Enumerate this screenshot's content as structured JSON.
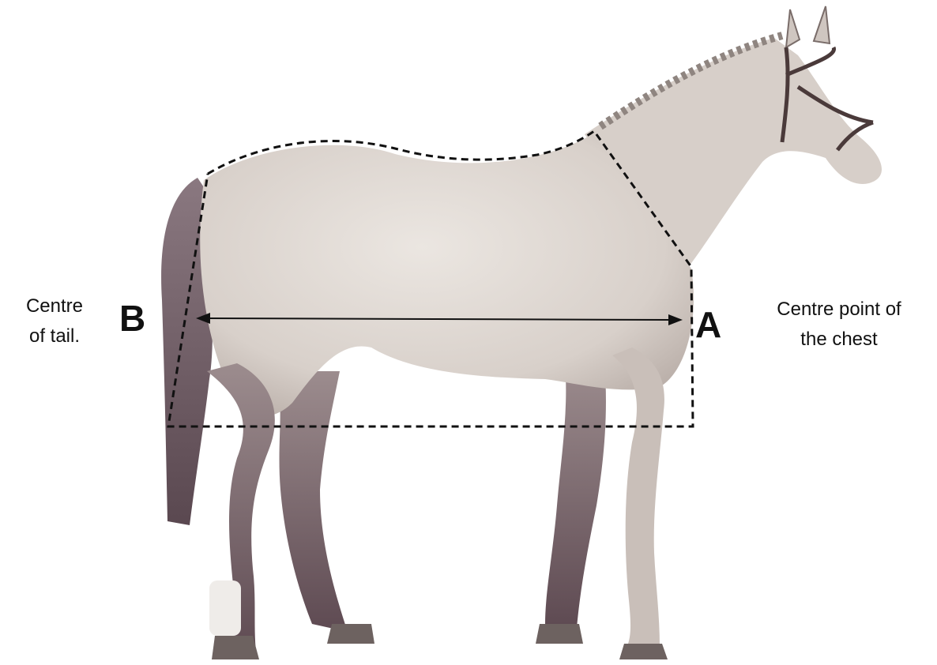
{
  "diagram": {
    "point_b": {
      "letter": "B",
      "caption_line1": "Centre",
      "caption_line2": "of tail."
    },
    "point_a": {
      "letter": "A",
      "caption_line1": "Centre point of",
      "caption_line2": "the chest"
    },
    "colors": {
      "horse_body": "#ddd6cf",
      "horse_shadow": "#b3a8a1",
      "legs_dark": "#6e5a60",
      "tail": "#7a6870",
      "outline": "#111111"
    }
  }
}
